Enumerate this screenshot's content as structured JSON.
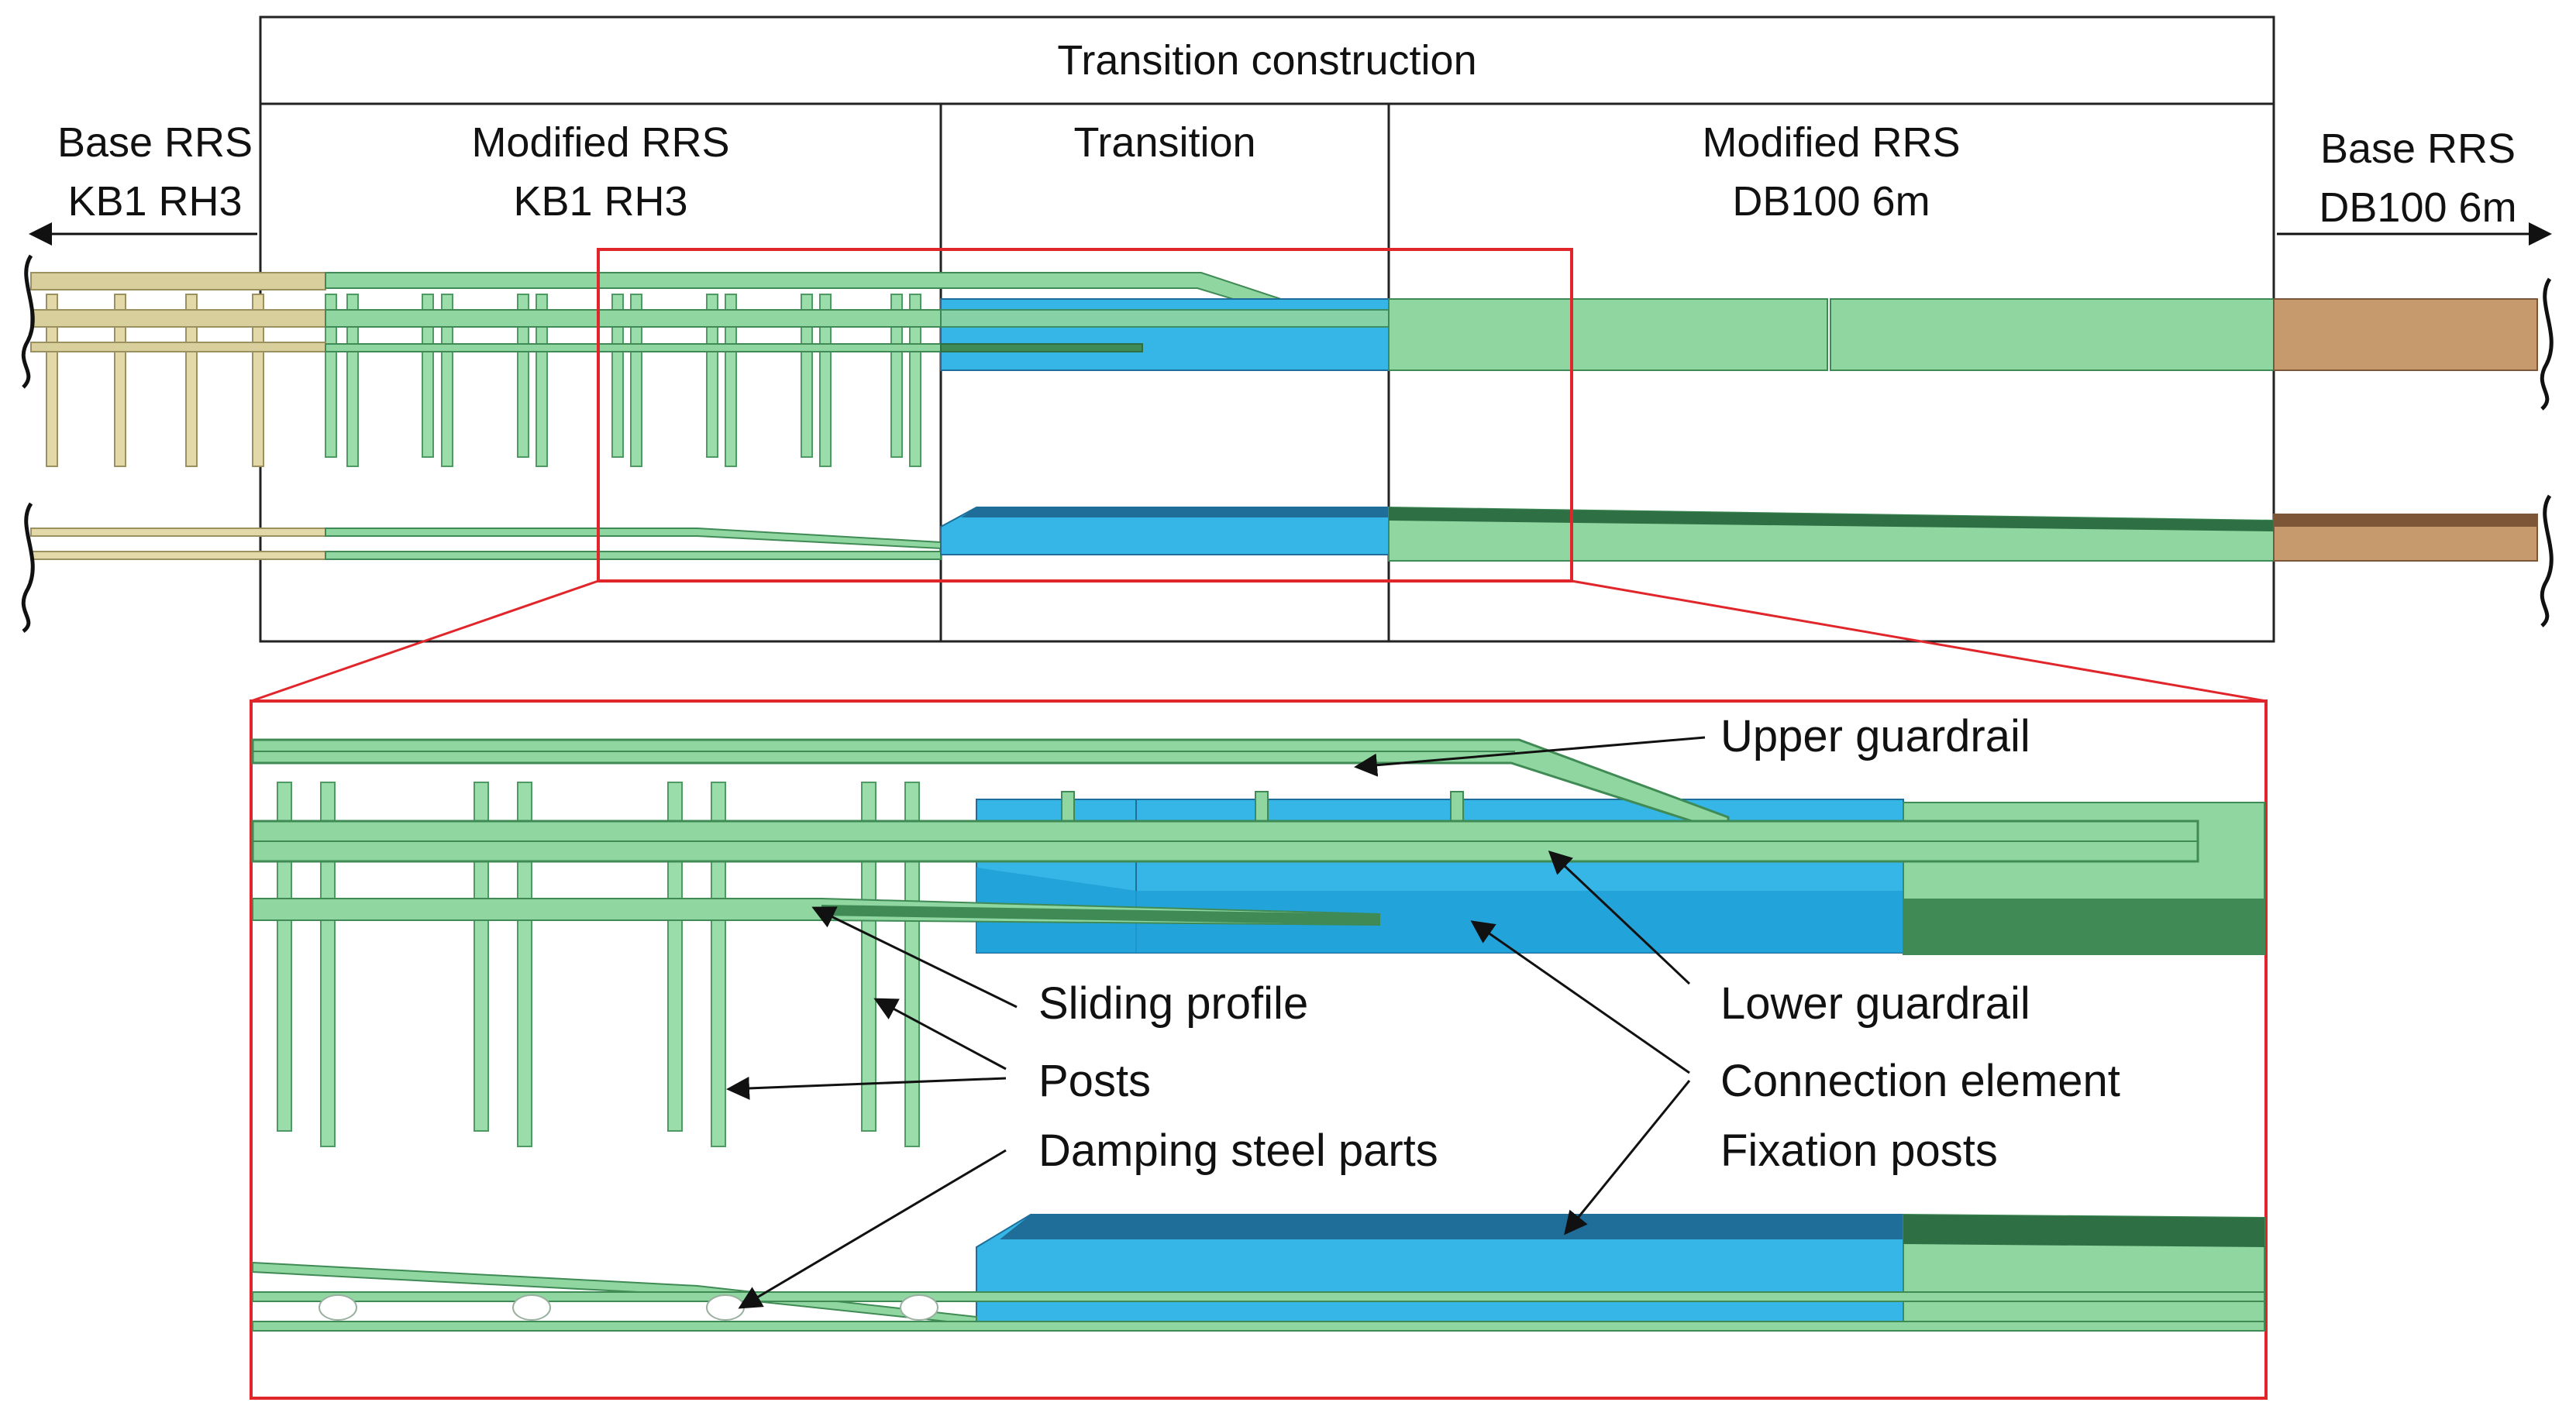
{
  "header": {
    "title": "Transition construction",
    "left_outer": [
      "Base RRS",
      "KB1 RH3"
    ],
    "right_outer": [
      "Base RRS",
      "DB100 6m"
    ],
    "sections": [
      {
        "line1": "Modified RRS",
        "line2": "KB1 RH3"
      },
      {
        "line1": "Transition",
        "line2": ""
      },
      {
        "line1": "Modified RRS",
        "line2": "DB100 6m"
      }
    ]
  },
  "labels": {
    "upper_guardrail": "Upper guardrail",
    "lower_guardrail": "Lower guardrail",
    "sliding_profile": "Sliding profile",
    "posts": "Posts",
    "damping_steel_parts": "Damping steel parts",
    "connection_element": "Connection element",
    "fixation_posts": "Fixation posts"
  },
  "colors": {
    "base_kb1": "#d9cf9c",
    "modified_green": "#8fd6a0",
    "dark_green": "#3f8a55",
    "transition_blue": "#35b6e6",
    "transition_blue_dark": "#1f6e99",
    "base_db100": "#c79a6e",
    "base_db100_dark": "#7d5637",
    "zoom_frame": "#e0262a"
  }
}
